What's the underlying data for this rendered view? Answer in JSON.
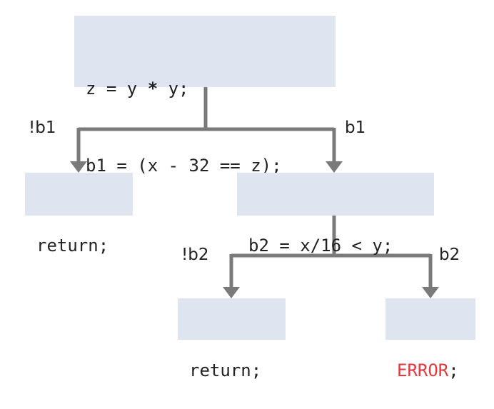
{
  "nodes": {
    "root": {
      "line1": {
        "pre": "z = y ",
        "op": "*",
        "post": " y;"
      },
      "line2": "b1 = (x - 32 == z);"
    },
    "return_left": "return;",
    "cond_b2": "b2 = x/16 < y;",
    "return_bottom": "return;",
    "error": {
      "text": "ERROR",
      "suffix": ";"
    }
  },
  "edge_labels": {
    "not_b1": "!b1",
    "b1": "b1",
    "not_b2": "!b2",
    "b2": "b2"
  },
  "colors": {
    "box_fill": "#dfe4f1",
    "edge": "#7a7a7a",
    "error_text": "#e0393e"
  }
}
